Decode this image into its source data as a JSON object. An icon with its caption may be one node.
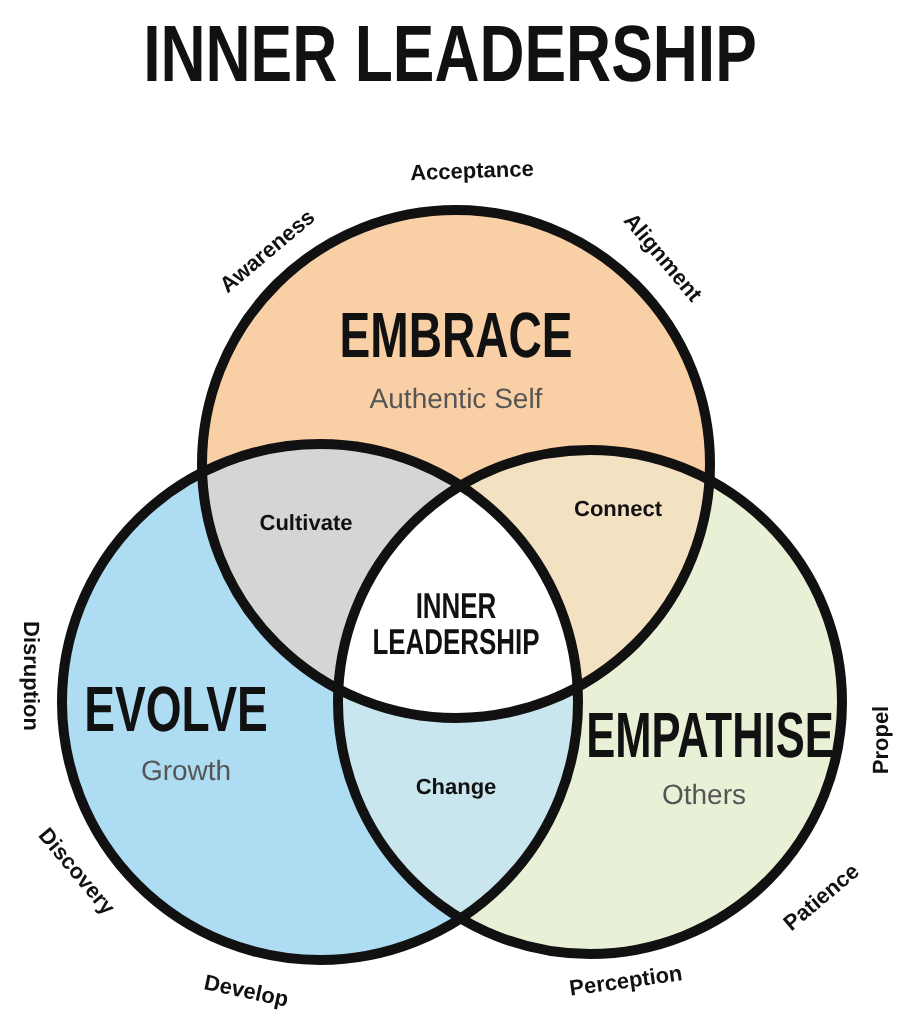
{
  "diagram": {
    "title": "INNER LEADERSHIP",
    "nodes": [
      {
        "text": [
          "EMBRACE",
          "Authentic Self"
        ]
      },
      {
        "text": [
          "EVOLVE",
          "Growth"
        ]
      },
      {
        "text": [
          "EMPATHISE",
          "Others"
        ]
      },
      {
        "text": [
          "Cultivate"
        ]
      },
      {
        "text": [
          "Connect"
        ]
      },
      {
        "text": [
          "INNER LEADERSHIP"
        ]
      },
      {
        "text": [
          "Change"
        ]
      }
    ],
    "edges": [],
    "labels": [
      "Acceptance",
      "Awareness",
      "Alignment",
      "Disruption",
      "Propel",
      "Discovery",
      "Patience",
      "Develop",
      "Perception"
    ]
  }
}
